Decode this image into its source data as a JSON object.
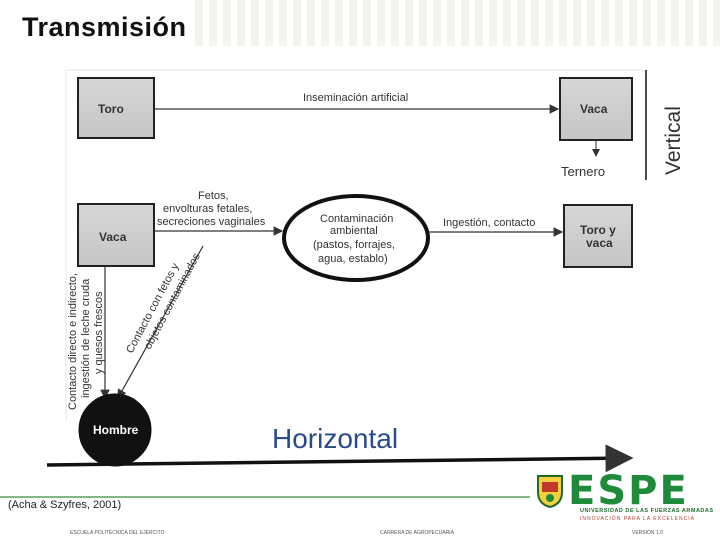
{
  "slide": {
    "title": "Transmisión",
    "source": "(Acha & Szyfres, 2001)",
    "horizontal_label": "Horizontal",
    "vertical_label": "Vertical",
    "footer_left": "ESCUELA POLITÉCNICA DEL EJÉRCITO",
    "footer_center": "CARRERA DE AGROPECUARIA",
    "footer_right": "VERSIÓN 1.0"
  },
  "diagram": {
    "boxes": {
      "toro": "Toro",
      "vaca_top": "Vaca",
      "vaca_left": "Vaca",
      "toro_vaca_line1": "Toro y",
      "toro_vaca_line2": "vaca"
    },
    "ellipse": {
      "line1": "Contaminación",
      "line2": "ambiental",
      "line3": "(pastos, forrajes,",
      "line4": "agua, establo)"
    },
    "hombre": "Hombre",
    "labels": {
      "inseminacion": "Inseminación artificial",
      "ternero": "Ternero",
      "fetos_line1": "Fetos,",
      "fetos_line2": "envolturas fetales,",
      "fetos_line3": "secreciones vaginales",
      "ingestion": "Ingestión, contacto",
      "contacto_fetos_line1": "Contacto con fetos y",
      "contacto_fetos_line2": "objetos contaminados",
      "contacto_directo_line1": "Contacto directo e indirecto,",
      "contacto_directo_line2": "ingestión de leche cruda",
      "contacto_directo_line3": "y quesos frescos"
    }
  },
  "logo": {
    "brand": "ESPE",
    "line1": "UNIVERSIDAD DE LAS FUERZAS ARMADAS",
    "line2": "INNOVACIÓN PARA LA EXCELENCIA"
  }
}
